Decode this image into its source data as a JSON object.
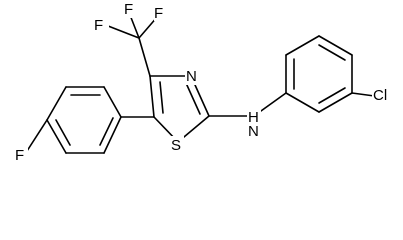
{
  "molecule": {
    "atoms": {
      "f1": "F",
      "f2": "F",
      "f3": "F",
      "n_ring": "N",
      "n_amine": "N",
      "h_amine": "H",
      "s_ring": "S",
      "cl": "Cl",
      "f_aryl": "F"
    }
  }
}
